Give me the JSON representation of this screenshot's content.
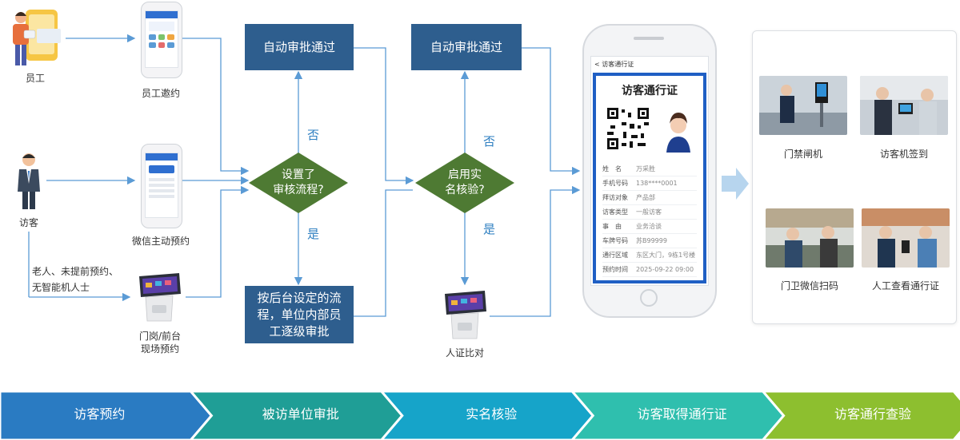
{
  "actors": {
    "employee": "员工",
    "visitor": "访客",
    "elderly": "老人、未提前预约、\n无智能机人士"
  },
  "devices": {
    "employee_invite": "员工邀约",
    "wechat_booking": "微信主动预约",
    "gate_booking": "门岗/前台\n现场预约",
    "id_compare": "人证比对"
  },
  "flow": {
    "auto_approve_1": "自动审批通过",
    "auto_approve_2": "自动审批通过",
    "decision_1": "设置了\n审核流程?",
    "decision_2": "启用实\n名核验?",
    "no_1": "否",
    "yes_1": "是",
    "no_2": "否",
    "yes_2": "是",
    "manual_approve": "按后台设定的流\n程，单位内部员\n工逐级审批"
  },
  "pass": {
    "nav_title": "< 访客通行证",
    "title": "访客通行证",
    "rows": [
      {
        "key": "姓　名",
        "value": "万采胜"
      },
      {
        "key": "手机号码",
        "value": "138****0001"
      },
      {
        "key": "拜访对象",
        "value": "产品部"
      },
      {
        "key": "访客类型",
        "value": "一般访客"
      },
      {
        "key": "事　由",
        "value": "业务洽谈"
      },
      {
        "key": "车牌号码",
        "value": "苏B99999"
      },
      {
        "key": "通行区域",
        "value": "东区大门，9栋1号楼"
      },
      {
        "key": "预约时间",
        "value": "2025-09-22 09:00"
      }
    ]
  },
  "verification": [
    {
      "label": "门禁闸机"
    },
    {
      "label": "访客机签到"
    },
    {
      "label": "门卫微信扫码"
    },
    {
      "label": "人工查看通行证"
    }
  ],
  "stages": [
    {
      "label": "访客预约",
      "color": "#2a7bc2"
    },
    {
      "label": "被访单位审批",
      "color": "#1f9e96"
    },
    {
      "label": "实名核验",
      "color": "#16a4c9"
    },
    {
      "label": "访客取得通行证",
      "color": "#2fbfae"
    },
    {
      "label": "访客通行查验",
      "color": "#8dbf2f"
    }
  ],
  "colors": {
    "box": "#2e5e8e",
    "diamond": "#4e7a33",
    "line": "#5b9bd5",
    "yes_no_text": "#2e7fc1"
  }
}
